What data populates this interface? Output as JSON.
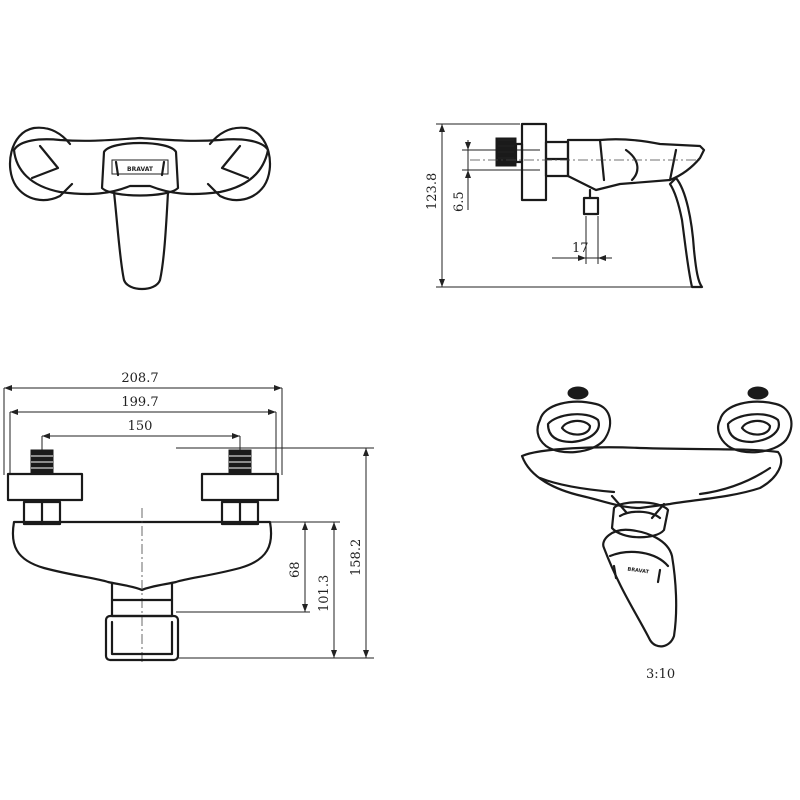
{
  "front_view": {
    "logo_text": "BRAVAT"
  },
  "side_view": {
    "dims": {
      "height": "123.8",
      "offset": "6.5",
      "spout": "17"
    }
  },
  "bottom_view": {
    "dims": {
      "overall_width": "208.7",
      "flange_width": "199.7",
      "inlet_spacing": "150",
      "d68": "68",
      "d101": "101.3",
      "d158": "158.2"
    }
  },
  "iso_view": {
    "logo_text": "BRAVAT",
    "scale": "3:10"
  }
}
